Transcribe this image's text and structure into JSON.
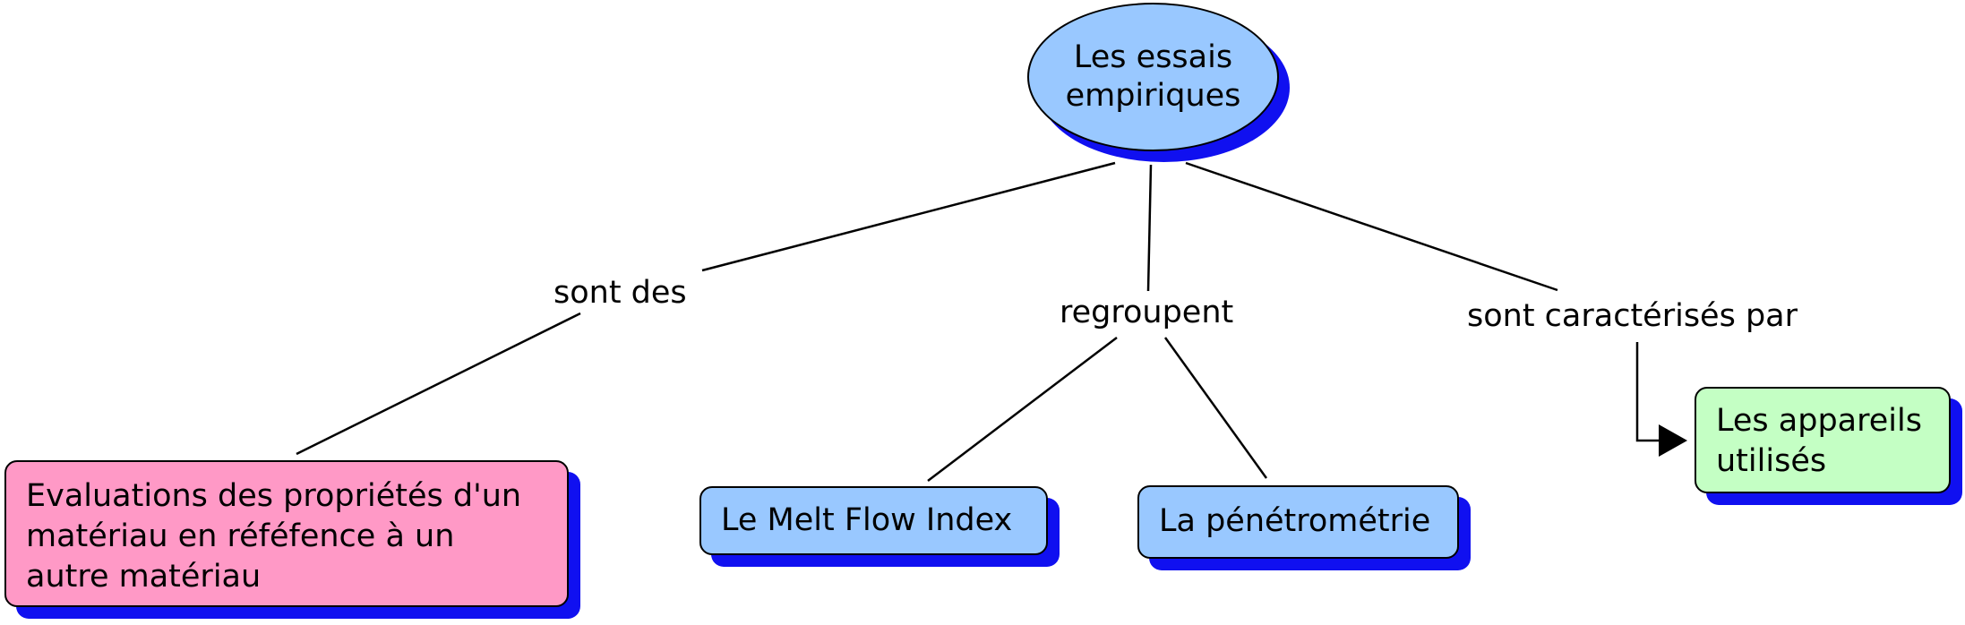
{
  "colors": {
    "oval_fill": "#99c8ff",
    "blue_node_fill": "#99c8ff",
    "pink_node_fill": "#ff99c6",
    "green_node_fill": "#c4ffc4",
    "shadow": "#1010f0",
    "line": "#000000"
  },
  "root": {
    "line1": "Les essais",
    "line2": "empiriques"
  },
  "links": {
    "left": "sont des",
    "middle": "regroupent",
    "right": "sont caractérisés par"
  },
  "nodes": {
    "evaluations": {
      "line1": "Evaluations des propriétés d'un",
      "line2": "matériau en réféfence à un",
      "line3": "autre matériau"
    },
    "melt_flow": "Le Melt Flow Index",
    "penetrometrie": "La pénétrométrie",
    "appareils": {
      "line1": "Les appareils",
      "line2": "utilisés"
    }
  }
}
